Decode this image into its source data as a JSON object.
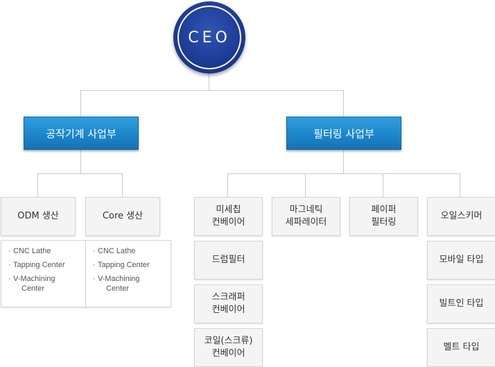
{
  "ceo": {
    "label": "CEO"
  },
  "divisions": {
    "machine_tool": {
      "label": "공작기계 사업부"
    },
    "filtering": {
      "label": "필터링 사업부"
    }
  },
  "machine_tool_units": {
    "odm": {
      "label": "ODM 생산",
      "items": [
        "CNC Lathe",
        "Tapping Center",
        "V-Machining\nCenter"
      ]
    },
    "core": {
      "label": "Core 생산",
      "items": [
        "CNC Lathe",
        "Tapping Center",
        "V-Machining\nCenter"
      ]
    }
  },
  "filtering_units": {
    "col1": [
      "미세칩\n컨베이어",
      "드럼필터",
      "스크래퍼\n컨베이어",
      "코일(스크류)\n컨베이어"
    ],
    "col2": [
      "마그네틱\n세파레이터"
    ],
    "col3": [
      "페이퍼\n필터링"
    ],
    "col4": [
      "오일스키머",
      "모바일 타입",
      "빌트인 타입",
      "벨트 타입"
    ]
  },
  "colors": {
    "ceo_navy": "#1b3a93",
    "division_blue": "#1c86cb",
    "connector_gray": "#c9c9c9",
    "unit_bg": "#f4f4f4"
  }
}
